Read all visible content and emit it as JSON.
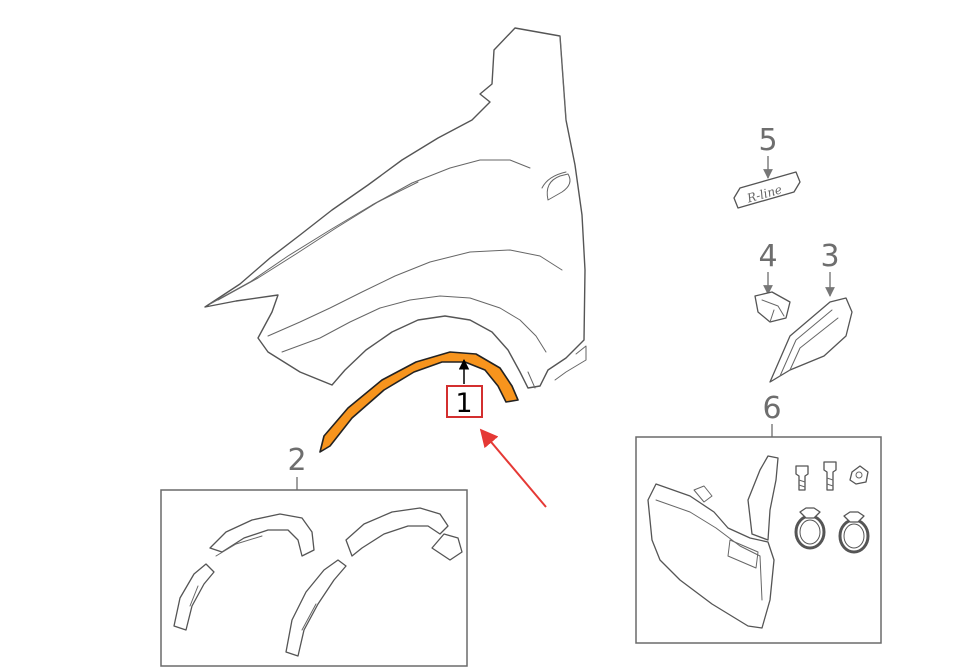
{
  "callouts": {
    "c1": "1",
    "c2": "2",
    "c3": "3",
    "c4": "4",
    "c5": "5",
    "c6": "6"
  },
  "emblem_text": "R-line",
  "colors": {
    "highlight_part": "#F7941D",
    "highlight_box": "#D32F2F",
    "pointer_arrow": "#E53935",
    "line_art": "#555555"
  }
}
